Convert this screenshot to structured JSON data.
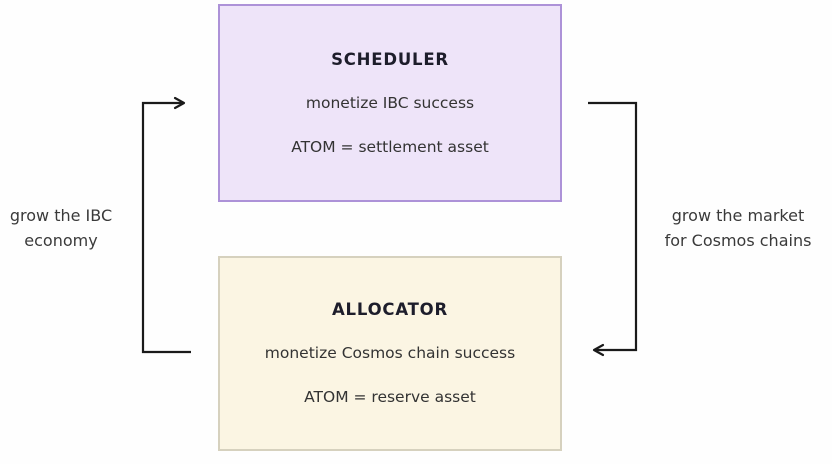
{
  "diagram": {
    "background_color": "#fefefe",
    "arrow_color": "#1a1a1a",
    "boxes": {
      "scheduler": {
        "title": "SCHEDULER",
        "line1": "monetize IBC success",
        "line2": "ATOM = settlement asset",
        "fill_color": "#eee4f9",
        "border_color": "#ad92d8"
      },
      "allocator": {
        "title": "ALLOCATOR",
        "line1": "monetize Cosmos chain success",
        "line2": "ATOM = reserve asset",
        "fill_color": "#fbf5e3",
        "border_color": "#d6d1be"
      }
    },
    "labels": {
      "left": {
        "line1": "grow the IBC",
        "line2": "economy"
      },
      "right": {
        "line1": "grow the market",
        "line2": "for Cosmos chains"
      }
    }
  }
}
